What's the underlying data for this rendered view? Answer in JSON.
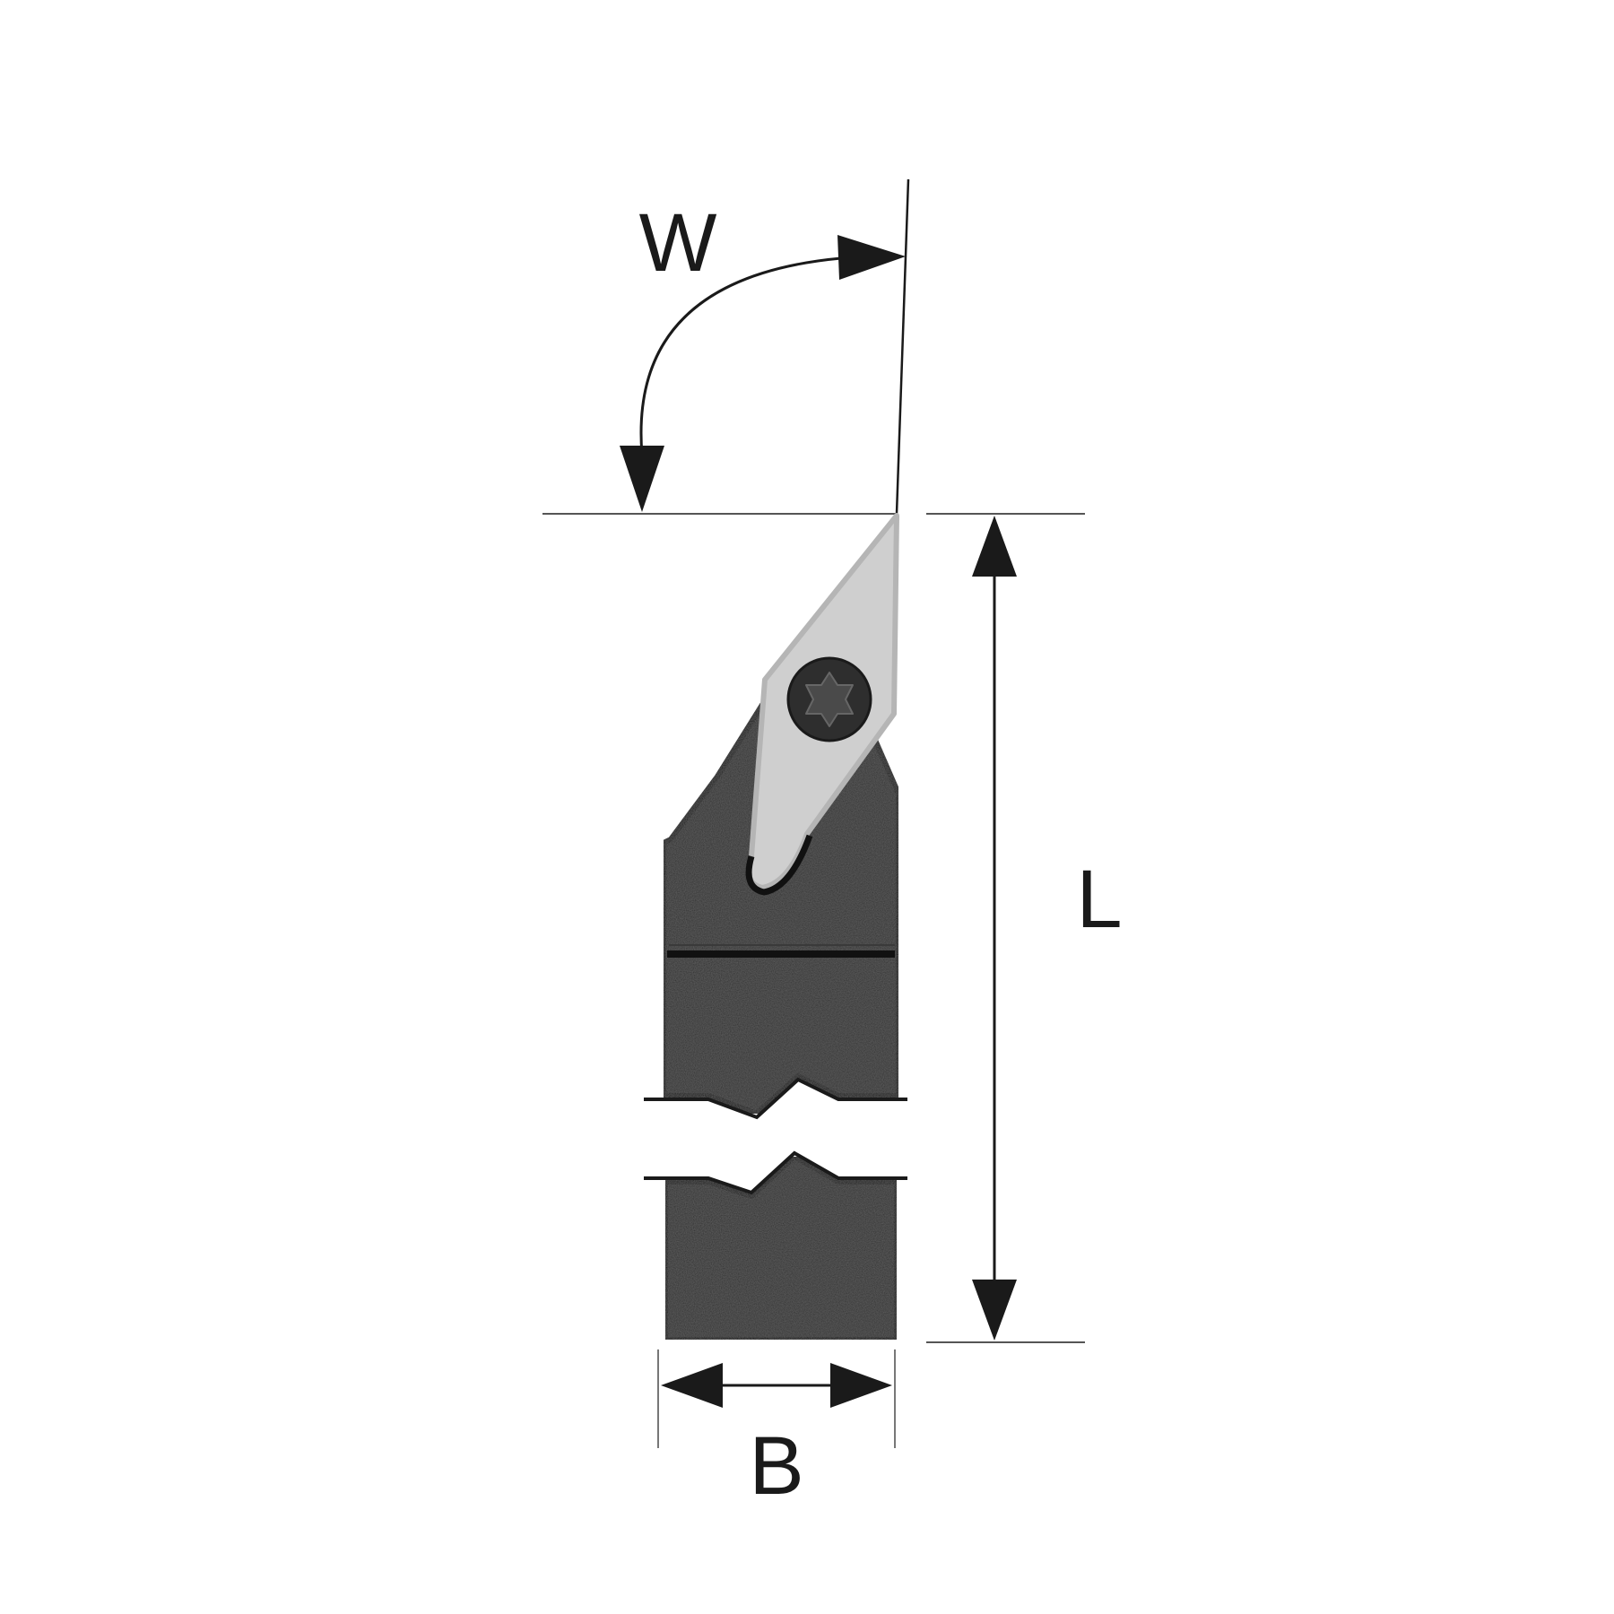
{
  "labels": {
    "angle": "W",
    "length": "L",
    "width": "B"
  },
  "colors": {
    "background": "#ffffff",
    "holder": "#2b2b2b",
    "holder_outline": "#111111",
    "insert_fill": "#cfcfcf",
    "insert_edge": "#b5b5b5",
    "screw": "#2e2e2e",
    "dimension_line": "#1a1a1a",
    "extension_line": "#555555"
  },
  "icons": {
    "screw": "torx-screw-icon"
  }
}
